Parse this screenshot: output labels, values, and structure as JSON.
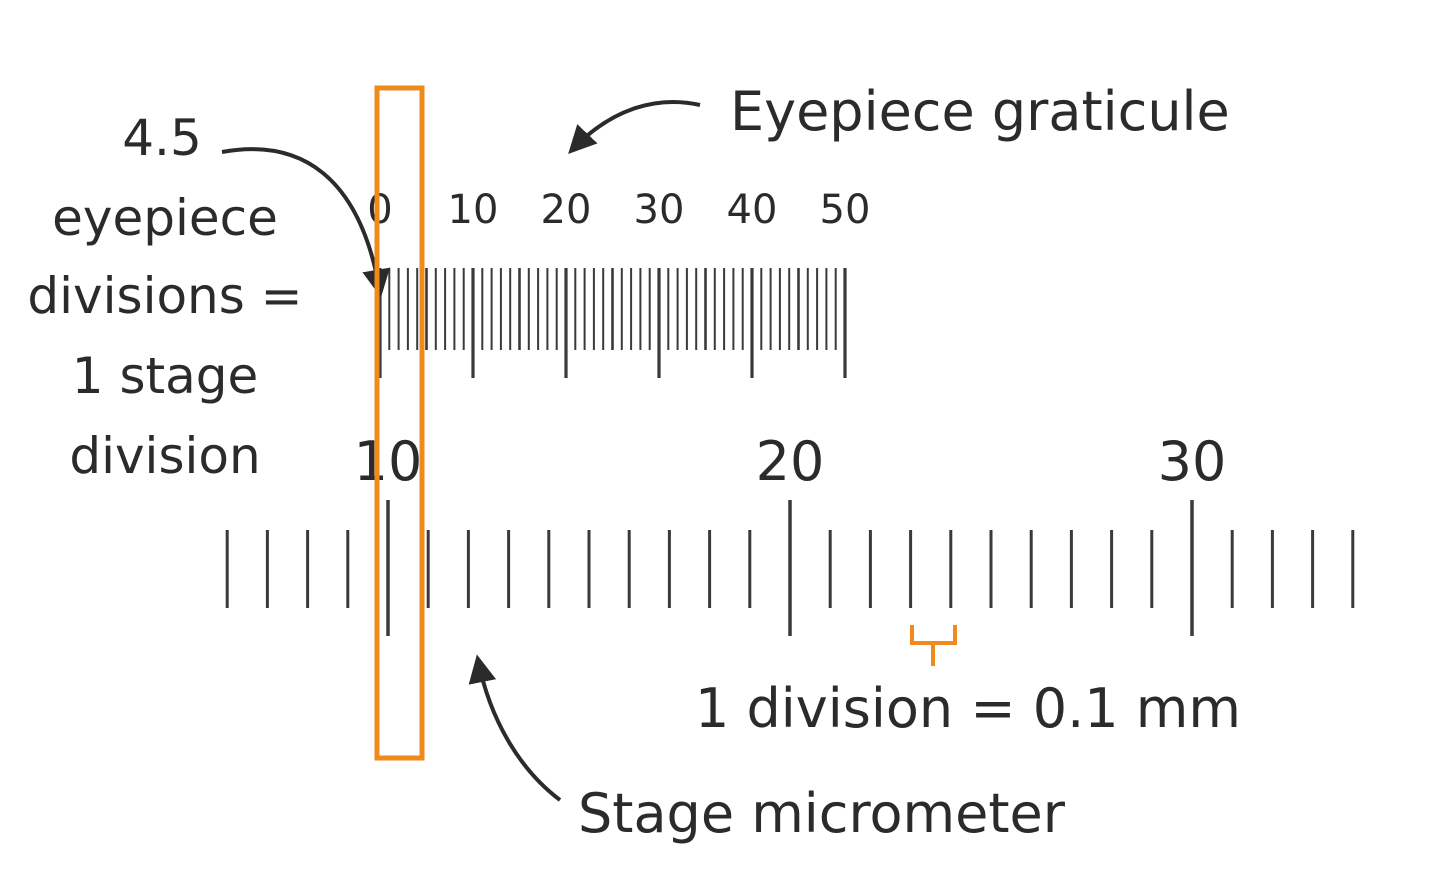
{
  "colors": {
    "ink": "#2b2b2b",
    "tick": "#3a3a3a",
    "accent": "#f08a1c"
  },
  "eyepiece": {
    "title": "Eyepiece graticule",
    "numbers": [
      "0",
      "10",
      "20",
      "30",
      "40",
      "50"
    ],
    "divisions": 50
  },
  "stage": {
    "title": "Stage micrometer",
    "numbers": [
      "10",
      "20",
      "30"
    ],
    "first_division": 10,
    "last_division": 30,
    "extra_before": 4,
    "extra_after": 4
  },
  "annotation": {
    "value": "4.5",
    "lines": [
      "eyepiece",
      "divisions =",
      "1 stage",
      "division"
    ]
  },
  "scale_note": "1 division = 0.1 mm"
}
